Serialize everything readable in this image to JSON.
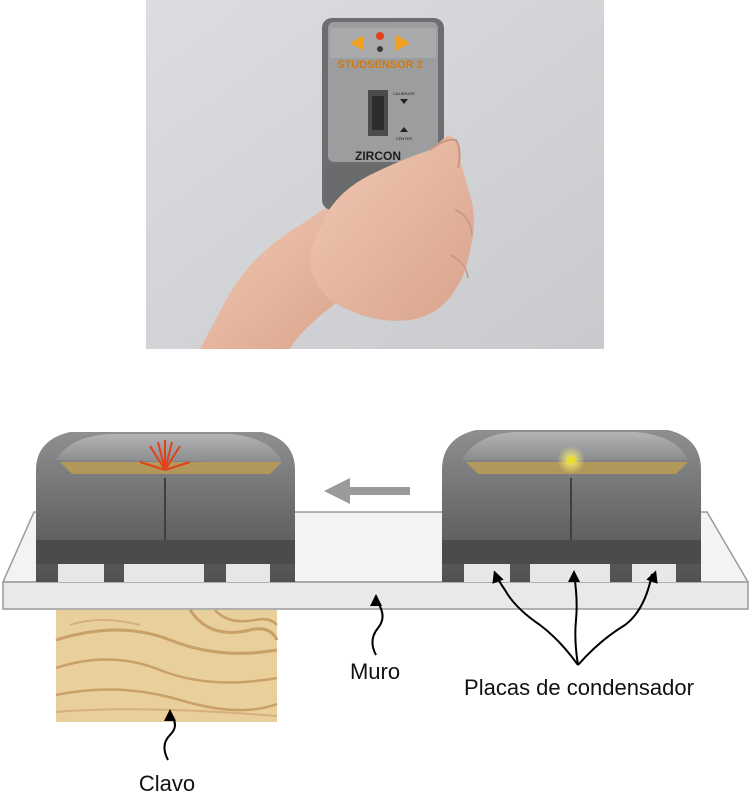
{
  "photo": {
    "device_model": "STUDSENSOR 2",
    "device_brand": "ZIRCON",
    "device_small_label_1": "CALIBRATE",
    "device_small_label_2": "CENTER"
  },
  "labels": {
    "stud": "Clavo",
    "wall": "Muro",
    "plates": "Placas de condensador"
  },
  "colors": {
    "wall_photo": "#d9dadc",
    "device_body": "#5f6062",
    "device_top": "#9a9b9d",
    "wood": "#e9cf9c",
    "wood_grain": "#c9a068",
    "arrow_gray": "#9a9a9a",
    "led_red": "#e0421c",
    "led_yellow": "#e8e02a",
    "accent_orange": "#f0a020"
  },
  "motion_arrow_direction": "left"
}
